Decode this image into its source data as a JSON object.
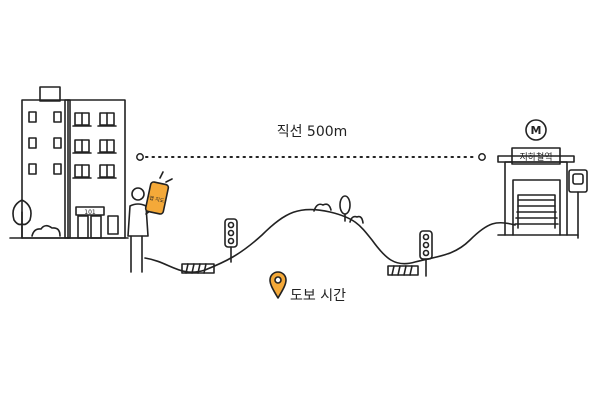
{
  "distance_label": "직선 500m",
  "walk_label": "도보 시간",
  "building": {
    "door_number": "101"
  },
  "phone": {
    "screen_text": "앱 지도"
  },
  "station": {
    "sign_text": "지하철역",
    "logo_letter": "M"
  },
  "colors": {
    "accent": "#f4a939",
    "ink": "#222222",
    "background": "#ffffff"
  },
  "icons": [
    "apartment-building-icon",
    "person-with-phone-icon",
    "traffic-light-icon",
    "crosswalk-icon",
    "location-pin-icon",
    "subway-entrance-icon",
    "metro-logo-icon",
    "bus-stop-sign-icon",
    "tree-icon",
    "bush-icon"
  ]
}
